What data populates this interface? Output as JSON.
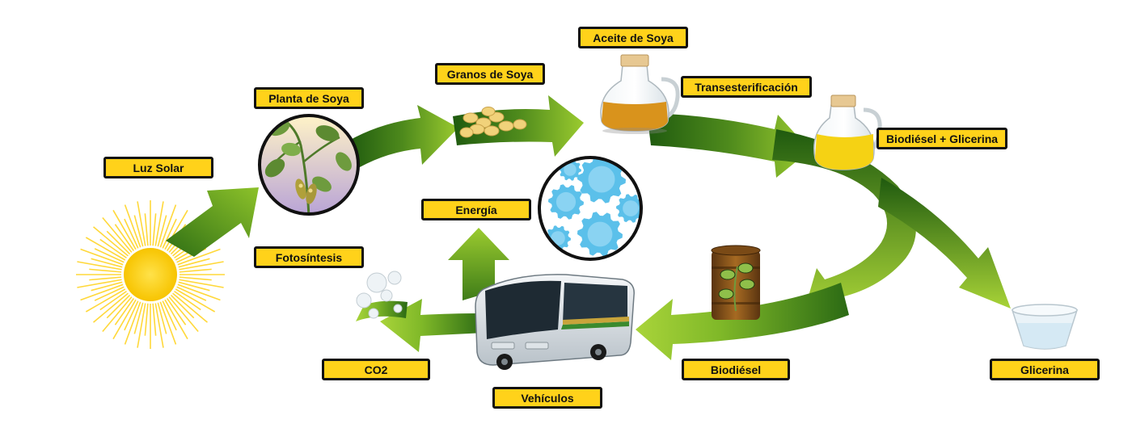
{
  "labels": {
    "luz_solar": "Luz Solar",
    "fotosintesis": "Fotosíntesis",
    "planta_soya": "Planta de Soya",
    "granos_soya": "Granos de Soya",
    "aceite_soya": "Aceite de Soya",
    "transesterificacion": "Transesterificación",
    "biodiesel_glicerina": "Biodiésel + Glicerina",
    "glicerina": "Glicerina",
    "biodiesel": "Biodiésel",
    "vehiculos": "Vehículos",
    "energia": "Energía",
    "co2": "CO2"
  },
  "colors": {
    "label_fill": "#FFD21A",
    "label_border": "#111111",
    "arrow_dark": "#1F5A0F",
    "arrow_light": "#9BCB2F",
    "sun": "#FFD21A",
    "gear": "#5BC0EA"
  },
  "icons": [
    "sun-icon",
    "soy-plant-icon",
    "soybeans-icon",
    "oil-jug-icon",
    "biodiesel-jug-icon",
    "gears-icon",
    "barrel-icon",
    "bus-icon",
    "glycerin-bowl-icon",
    "co2-bubbles-icon"
  ]
}
